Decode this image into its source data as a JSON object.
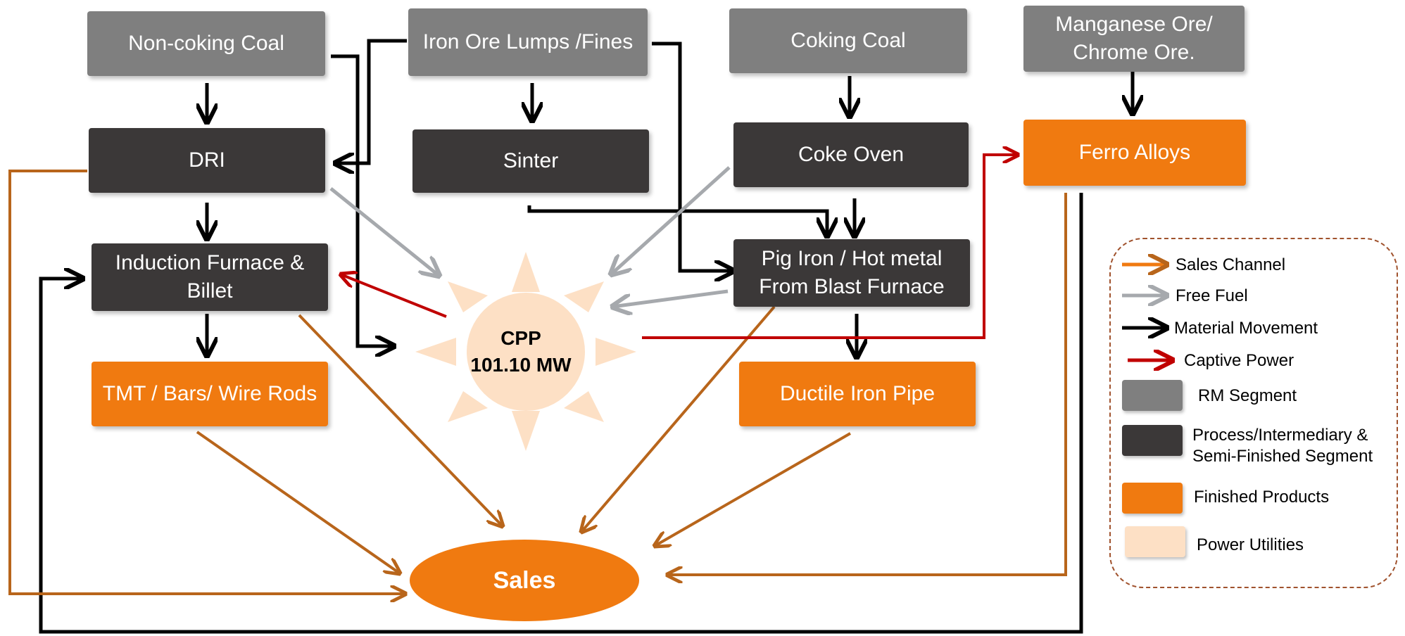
{
  "nodes": {
    "non_coking_coal": "Non-coking Coal",
    "iron_ore": "Iron Ore Lumps /Fines",
    "coking_coal": "Coking Coal",
    "manganese_ore": "Manganese Ore/\nChrome Ore.",
    "dri": "DRI",
    "sinter": "Sinter",
    "coke_oven": "Coke Oven",
    "ferro_alloys": "Ferro Alloys",
    "induction_furnace": "Induction Furnace &\nBillet",
    "pig_iron": "Pig Iron / Hot metal\nFrom Blast Furnace",
    "tmt": "TMT / Bars/ Wire Rods",
    "ductile_pipe": "Ductile Iron Pipe",
    "cpp": "CPP\n101.10 MW",
    "sales": "Sales"
  },
  "legend": {
    "sales_channel": "Sales Channel",
    "free_fuel": "Free Fuel",
    "material_movement": "Material Movement",
    "captive_power": "Captive Power",
    "rm_segment": "RM Segment",
    "process_segment": "Process/Intermediary &\nSemi-Finished Segment",
    "finished_products": "Finished Products",
    "power_utilities": "Power Utilities"
  },
  "colors": {
    "rm": "#7f7f7f",
    "process": "#3b3838",
    "finished": "#f07a10",
    "power": "#fde0c5",
    "sales_arrow": "#b8651b",
    "free_fuel_arrow": "#a6a9ad",
    "material_arrow": "#000000",
    "captive_power_arrow": "#c00000"
  }
}
